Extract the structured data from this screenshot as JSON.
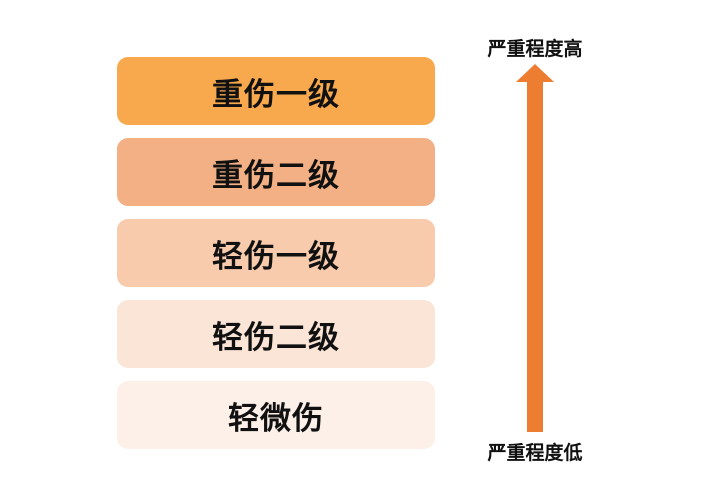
{
  "levels": [
    {
      "label": "重伤一级",
      "color": "#F9A94D"
    },
    {
      "label": "重伤二级",
      "color": "#F3B084"
    },
    {
      "label": "轻伤一级",
      "color": "#F8CBAD"
    },
    {
      "label": "轻伤二级",
      "color": "#FBE5D6"
    },
    {
      "label": "轻微伤",
      "color": "#FDF0E8"
    }
  ],
  "scale": {
    "top_label": "严重程度高",
    "bottom_label": "严重程度低",
    "arrow_color": "#ED7D31",
    "arrow_icon": "arrow-up-icon"
  }
}
